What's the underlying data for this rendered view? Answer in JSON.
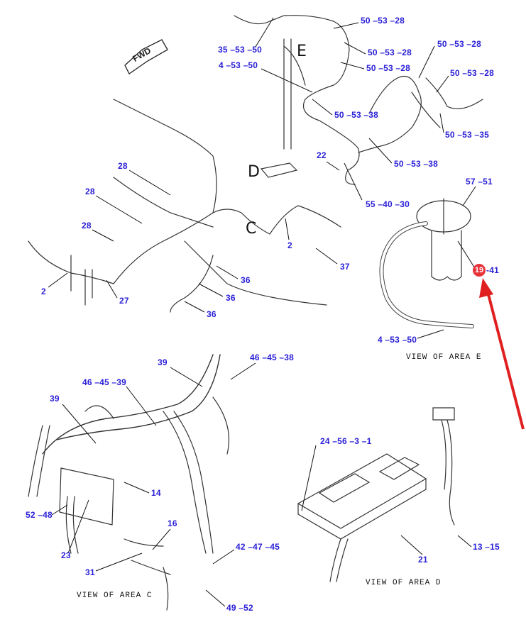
{
  "fwd_label": "FWD",
  "area_letters": {
    "e": "E",
    "d": "D",
    "c": "C"
  },
  "view_titles": {
    "e": "VIEW OF AREA E",
    "d": "VIEW OF AREA D",
    "c": "VIEW OF AREA C"
  },
  "highlight": {
    "number": "19",
    "suffix": "-41",
    "color": "#e8333a"
  },
  "accent_color": "#2a1fd6",
  "callouts": [
    "50 –53 –28",
    "35 –53 –50",
    "50 –53 –28",
    "4 –53 –50",
    "50 –53 –28",
    "50 –53 –28",
    "50 –53 –28",
    "50 –53 –38",
    "50 –53 –35",
    "22",
    "50 –53 –38",
    "28",
    "28",
    "57 –51",
    "55 –40 –30",
    "28",
    "2",
    "37",
    "36",
    "2",
    "27",
    "36",
    "36",
    "4 –53 –50",
    "39",
    "46 –45 –38",
    "46 –45 –39",
    "39",
    "24 –56 –3 –1",
    "14",
    "52 –48",
    "16",
    "42 –47 –45",
    "13 –15",
    "23",
    "21",
    "31",
    "49 –52"
  ]
}
